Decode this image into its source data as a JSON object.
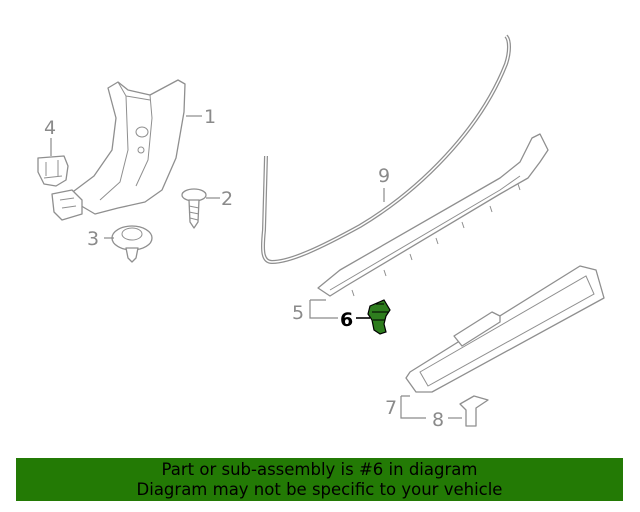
{
  "callouts": {
    "c1": "1",
    "c2": "2",
    "c3": "3",
    "c4": "4",
    "c5": "5",
    "c6": "6",
    "c7": "7",
    "c8": "8",
    "c9": "9"
  },
  "highlight_part": "6",
  "colors": {
    "banner_bg": "#237a05",
    "highlight_part": "#2e7d1e",
    "line_art": "#8f8f8f",
    "callout_text": "#8a8a8a"
  },
  "banner": {
    "line1": "Part or sub-assembly is #6 in diagram",
    "line2": "Diagram may not be specific to your vehicle"
  }
}
